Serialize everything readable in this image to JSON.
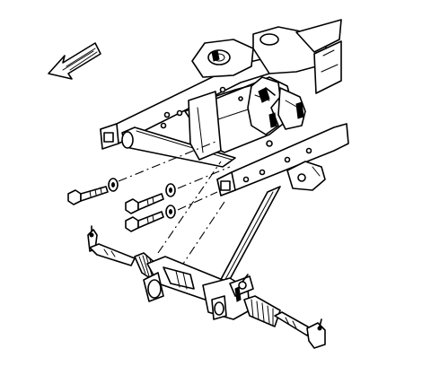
{
  "diagram": {
    "ink_color": "#000000",
    "background_color": "#ffffff",
    "parts": [
      "direction-arrow-icon",
      "frame-crossmember",
      "steering-gear-rack",
      "mounting-bolt",
      "washer",
      "tie-rod-end"
    ]
  }
}
